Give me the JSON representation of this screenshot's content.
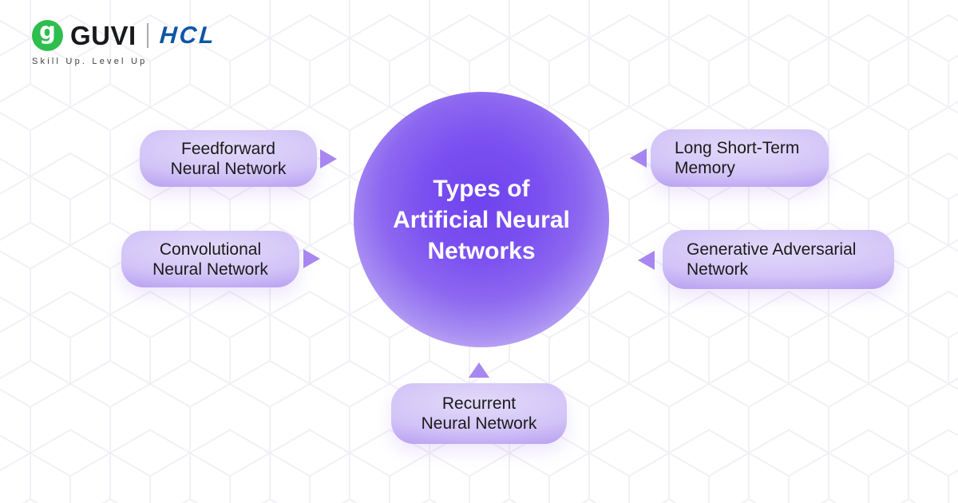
{
  "brand": {
    "mark_letter": "g",
    "mark_bg_color": "#2dbe4e",
    "wordmark": "GUVI",
    "partner": "HCL",
    "partner_color": "#0d56a6",
    "tagline": "Skill Up. Level Up"
  },
  "diagram": {
    "title_lines": [
      "Types of",
      "Artificial Neural",
      "Networks"
    ],
    "accent_color": "#6f43ee",
    "pill_color": "#c9b7f5",
    "arrow_color": "#a887f0",
    "nodes": [
      {
        "id": "feedforward",
        "label_lines": [
          "Feedforward",
          "Neural Network"
        ]
      },
      {
        "id": "convolutional",
        "label_lines": [
          "Convolutional",
          "Neural Network"
        ]
      },
      {
        "id": "lstm",
        "label_lines": [
          "Long Short-Term",
          "Memory"
        ]
      },
      {
        "id": "gan",
        "label_lines": [
          "Generative Adversarial",
          "Network"
        ]
      },
      {
        "id": "recurrent",
        "label_lines": [
          "Recurrent",
          "Neural Network"
        ]
      }
    ]
  }
}
